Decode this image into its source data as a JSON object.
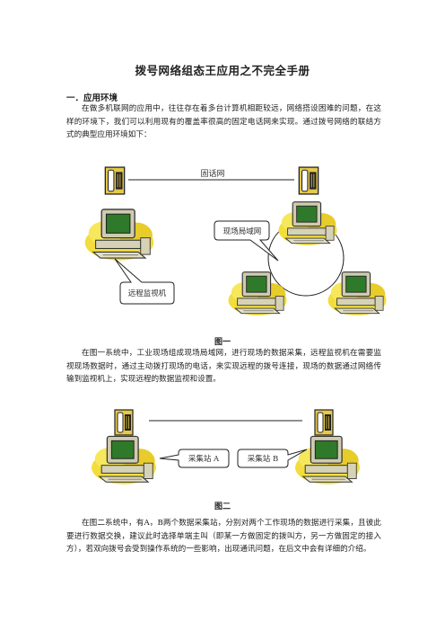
{
  "document": {
    "title": "拨号网络组态王应用之不完全手册",
    "section_heading": "一．应用环境",
    "para1": "在做多机联网的应用中，往往存在着多台计算机相距较远，网络搭设困难的问题，在这样的环境下，我们可以利用现有的覆盖率很高的固定电话网来实现。通过拨号网络的联结方式的典型应用环境如下：",
    "para2": "在图一系统中，工业现场组成现场局域网，进行现场的数据采集，远程监视机在需要监视现场数据时，通过主动拨打现场的电话，来实现远程的拨号连接，现场的数据通过网络传输到监视机上，实现远程的数据监视和设置。",
    "para3": "在图二系统中，有A，B两个数据采集站，分别对两个工作现场的数据进行采集，且彼此要进行数据交换，建议此时选择单端主叫（即某一方做固定的拨叫方，另一方做固定的接入方），若双向拨号会受到操作系统的一些影响，出现通讯问题，在后文中会有详细的介绍。"
  },
  "figure1": {
    "caption": "图一",
    "label_phone_network": "固话网",
    "label_lan": "现场局域网",
    "label_remote": "远程监视机"
  },
  "figure2": {
    "caption": "图二",
    "label_station_a": "采集站 A",
    "label_station_b": "采集站 B"
  },
  "colors": {
    "monitor_body": "#c8c4a0",
    "screen": "#2f7a2a",
    "bush": "#f4e24a",
    "phone_body": "#e6c84a"
  }
}
